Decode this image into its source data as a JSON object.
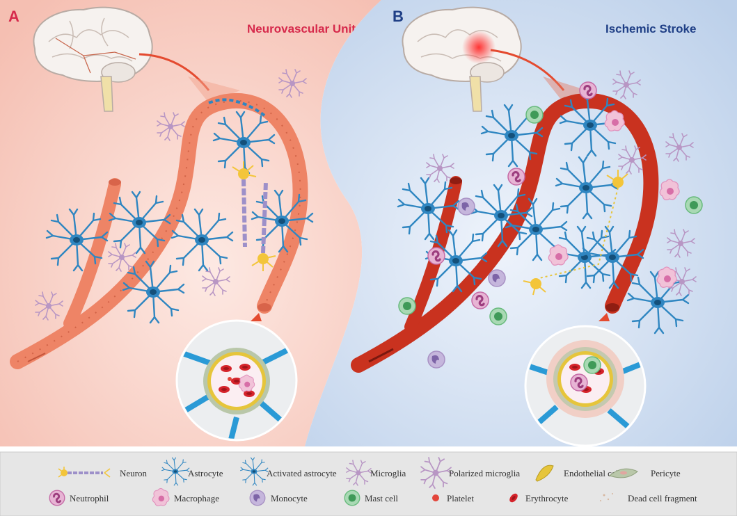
{
  "panels": {
    "a": {
      "letter": "A",
      "title": "Neurovascular Unit"
    },
    "b": {
      "letter": "B",
      "title": "Ischemic Stroke"
    }
  },
  "colors": {
    "panel_a_bg": "#f7c9bd",
    "panel_b_bg": "#c9d9ee",
    "title_a": "#d6294b",
    "title_b": "#1f3f86",
    "vessel": "#ee8466",
    "vessel_ischemic": "#c9321f",
    "astrocyte": "#2f86c1",
    "microglia": "#c9a7cf",
    "neuron": "#f3c53a",
    "axon": "#9d90c9",
    "neutrophil": "#c56aa6",
    "macrophage": "#e9a6c6",
    "monocyte": "#a891c4",
    "mast_cell": "#67ba7c",
    "platelet": "#e3463b",
    "erythrocyte": "#d5232b",
    "pericyte": "#b9c7a9",
    "endothelial": "#e6c53b"
  },
  "legend": {
    "items": [
      {
        "label": "Neuron",
        "icon": "neuron-icon"
      },
      {
        "label": "Astrocyte",
        "icon": "astrocyte-icon"
      },
      {
        "label": "Activated astrocyte",
        "icon": "activated-astrocyte-icon"
      },
      {
        "label": "Microglia",
        "icon": "microglia-icon"
      },
      {
        "label": "Polarized microglia",
        "icon": "polarized-microglia-icon"
      },
      {
        "label": "Endothelial cell",
        "icon": "endothelial-cell-icon"
      },
      {
        "label": "Pericyte",
        "icon": "pericyte-icon"
      },
      {
        "label": "Neutrophil",
        "icon": "neutrophil-icon"
      },
      {
        "label": "Macrophage",
        "icon": "macrophage-icon"
      },
      {
        "label": "Monocyte",
        "icon": "monocyte-icon"
      },
      {
        "label": "Mast cell",
        "icon": "mast-cell-icon"
      },
      {
        "label": "Platelet",
        "icon": "platelet-icon"
      },
      {
        "label": "Erythrocyte",
        "icon": "erythrocyte-icon"
      },
      {
        "label": "Dead cell fragment",
        "icon": "dead-cell-fragment-icon"
      }
    ]
  }
}
